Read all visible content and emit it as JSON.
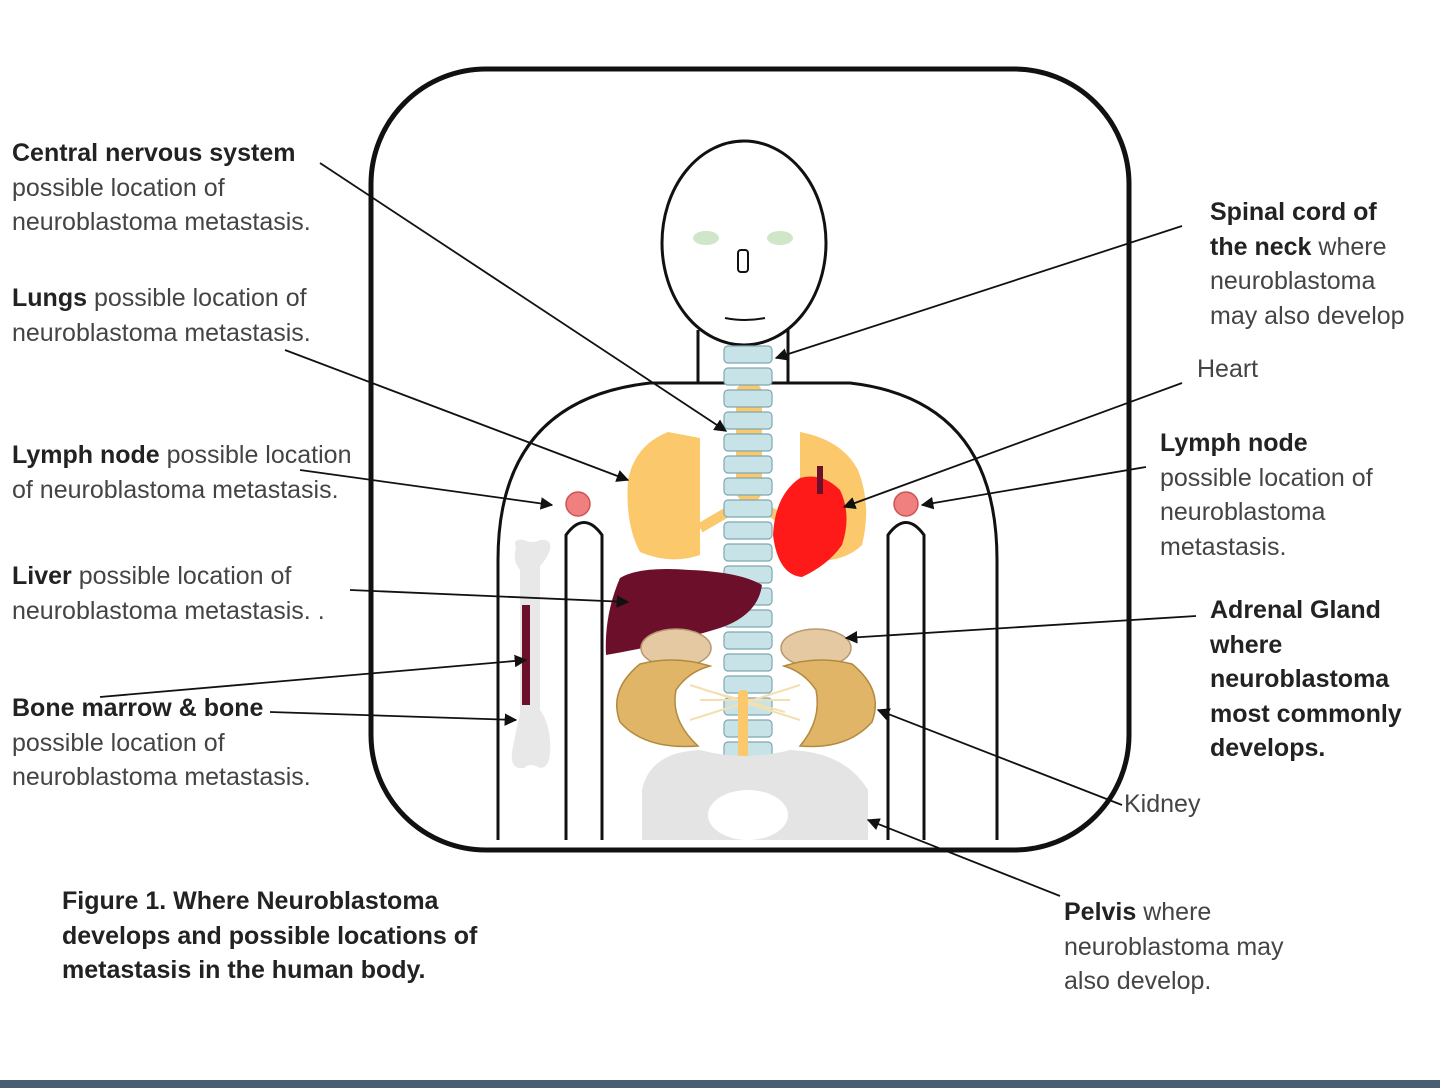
{
  "labels": {
    "cns": {
      "bold": "Central nervous system",
      "lines": [
        "possible location of",
        "neuroblastoma metastasis."
      ]
    },
    "lungs": {
      "bold": "Lungs",
      "rest": " possible location of",
      "lines": [
        "neuroblastoma metastasis."
      ]
    },
    "lymph_left": {
      "bold": "Lymph node",
      "rest": " possible location",
      "lines": [
        "of neuroblastoma metastasis."
      ]
    },
    "liver": {
      "bold": "Liver",
      "rest": " possible location of",
      "lines": [
        "neuroblastoma metastasis. ."
      ]
    },
    "bone": {
      "bold": "Bone marrow & bone",
      "lines": [
        "possible location of",
        "neuroblastoma metastasis."
      ]
    },
    "spinal": {
      "bold1": "Spinal cord of",
      "bold2": "the neck",
      "rest": " where",
      "lines": [
        "neuroblastoma",
        "may also develop"
      ]
    },
    "heart": {
      "text": "Heart"
    },
    "lymph_right": {
      "bold": "Lymph node",
      "lines": [
        "possible location of",
        "neuroblastoma",
        "metastasis."
      ]
    },
    "adrenal": {
      "lines": [
        "Adrenal Gland",
        "where",
        "neuroblastoma",
        "most commonly",
        "develops."
      ]
    },
    "kidney": {
      "text": "Kidney"
    },
    "pelvis": {
      "bold": "Pelvis",
      "rest": " where",
      "lines": [
        "neuroblastoma may",
        "also develop."
      ]
    }
  },
  "caption": {
    "lines": [
      "Figure 1. Where Neuroblastoma",
      "develops and possible locations of",
      "metastasis in the human body."
    ]
  },
  "colors": {
    "lung": "#fbc96b",
    "spine": "#c8e3e8",
    "heart": "#ff1a1a",
    "liver": "#6b0f2a",
    "adrenal": "#e4c9a2",
    "kidney": "#e0b567",
    "lymph_node": "#f07f7f",
    "bone": "#e8e8e8",
    "pelvis": "#e4e4e4",
    "eyes": "#cfe6c8"
  }
}
